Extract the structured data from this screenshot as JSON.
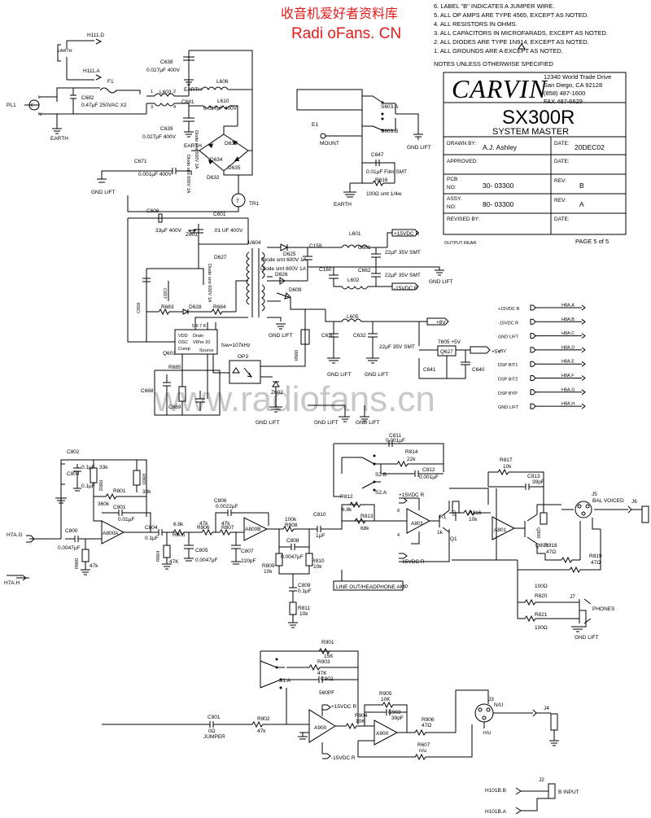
{
  "source_banner": {
    "cn": "收音机爱好者资料库",
    "en": "Radi oFans. CN"
  },
  "watermark": "www.radiofans.cn",
  "notes": {
    "heading": "NOTES UNLESS OTHERWISE SPECIFIED",
    "items": [
      "6.  LABEL \"B\" INDICATES A JUMPER WIRE.",
      "5.  ALL OP AMPS ARE TYPE 4565, EXCEPT AS NOTED.",
      "4.  ALL RESISTORS IN OHMS.",
      "3.  ALL CAPACITORS IN MICROFARADS, EXCEPT AS NOTED.",
      "2.  ALL DIODES ARE TYPE 1N914, EXCEPT AS NOTED.",
      "1.  ALL GROUNDS ARE   A   EXCEPT AS NOTED."
    ]
  },
  "title_block": {
    "logo": "CARVIN",
    "address": [
      "12340 World Trade Drive",
      "San Diego, CA  92128",
      "(858)  487-1600",
      "FAX 487-6629"
    ],
    "model": "SX300R",
    "subtitle": "SYSTEM MASTER",
    "drawn_by_label": "DRAWN BY:",
    "drawn_by": "A.J. Ashley",
    "date_label": "DATE:",
    "date": "20DEC02",
    "approved_label": "APPROVED:",
    "date2_label": "DATE:",
    "pcb_label": "PCB",
    "no_label": "NO:",
    "pcb_no": "30- 03300",
    "rev_label": "REV:",
    "rev": "B",
    "assy_label": "ASSY.",
    "no2_label": "NO:",
    "assy_no": "80- 03300",
    "rev2_label": "REV:",
    "rev2": "A",
    "revised_label": "REVISED BY:",
    "date3_label": "DATE:",
    "output_rear": "OUTPUT REAR",
    "page": "PAGE 5 of 5"
  },
  "power_section": {
    "labels": {
      "h111d": "H111.D",
      "h111a": "H111.A",
      "f1": "F1",
      "pl1": "PL1",
      "l": "L",
      "e": "E",
      "n": "N",
      "earth1": "EARTH",
      "earth2": "EARTH",
      "earth3": "EARTH",
      "c682": "C682",
      "c682v": "0.47µF 250VAC X2",
      "c638": "C638",
      "c638v": "0.027µF  400V",
      "c639": "C639",
      "c639v": "0.027µF  400V",
      "l603": "L603",
      "l606": "L606",
      "l610": "L610",
      "c681": "C681",
      "c681v": "0.027µF  400V",
      "p1": "1",
      "p2": "2",
      "p3": "3",
      "p4": "4",
      "c671": "C671",
      "c671v": "0.001µF  400V",
      "gndlift1": "GND LIFT",
      "diode_note1": "Diode smt 600V 1A",
      "d633": "D633",
      "d634": "D634",
      "d632": "D632",
      "d635": "D635",
      "tr1": "TR1",
      "t": "T",
      "e1": "E1",
      "mount": "MOUNT",
      "s603a": "S603.A",
      "s603b": "S603.B",
      "gndlift2": "GND LIFT",
      "c647": "C647",
      "c647v": "0.01µF Film SMT",
      "r616": "R616",
      "r616v": "100Ω smt 1/4w",
      "earth4": "EARTH"
    }
  },
  "smps_section": {
    "labels": {
      "c606": "C606",
      "c601": "C601",
      "c601v": ".01 UF 400V",
      "z601": "Z601",
      "c606v": "33µF  400V",
      "u604": "U604",
      "d625": "D625",
      "d625v": "Diode smt 600V 1A",
      "d626": "D626",
      "d626v": "Diode smt 600V 1A",
      "d627": "D627",
      "d627v": "Diode smt 600V 1A",
      "c159": "C159",
      "c160": "C160",
      "l601": "L601",
      "l602": "L602",
      "c661": "C661",
      "c661v": "22µF 35V SMT",
      "c662": "C662",
      "c662v": "22µF 35V SMT",
      "p15": "+15VDC R",
      "m15": "-15VDC R",
      "gndlift3": "GND LIFT",
      "d609": "D609",
      "c657": "C657",
      "c658": "C658",
      "r683": "R683",
      "r684": "R684",
      "d628": "D628",
      "vdd": "VDD",
      "osc": "OSC",
      "comp": "Comp",
      "drain": "Drain",
      "viper": "VIPer 20",
      "source": "Source",
      "q603": "Q603",
      "fsw": "fsw=107kHz",
      "gndlift4": "GND LIFT",
      "l605": "L605",
      "plus8": "+8V",
      "c630": "C630",
      "c632": "C632",
      "c632v": "22µF 35V SMT",
      "reg": "7805 +5V",
      "q627": "Q627",
      "c641": "C641",
      "c640": "C640",
      "plus5": "+5V",
      "r660": "R660",
      "op3": "OP3",
      "c668": "C668",
      "r685": "R685",
      "c669": "C669",
      "z602": "Z602",
      "gndlift5": "GND LIFT",
      "gndlift6": "GND LIFT",
      "gndlift7": "GND LIFT",
      "gndlift8": "GND LIFT"
    },
    "outputs": [
      {
        "net": "+15VDC R",
        "conn": "H8A.A"
      },
      {
        "net": "-15VDC R",
        "conn": "H8A.B"
      },
      {
        "net": "GND LIFT",
        "conn": "H8A.C"
      },
      {
        "net": "+5V",
        "conn": "H8A.D"
      },
      {
        "net": "DSP BIT1",
        "conn": "H8A.E"
      },
      {
        "net": "DSP BIT2",
        "conn": "H8A.F"
      },
      {
        "net": "DSP BYP",
        "conn": "H8A.G"
      },
      {
        "net": "GND LIFT",
        "conn": "H8A.H"
      }
    ]
  },
  "audio_section": {
    "labels": {
      "h7ag": "H7A.G",
      "h7ah": "H7A.H",
      "c802": "C802",
      "c802v": "0.1µF",
      "c803": "C803",
      "c803v": "0.1µF",
      "r802": "R802",
      "r802v": "33k",
      "r803": "R803",
      "r803v": "33k",
      "r801": "R801",
      "r801v": "360k",
      "c801": "C801",
      "c801v": "0.01µF",
      "c800": "C800",
      "c800v": "0.0047µF",
      "r800": "R800",
      "r800v": "47k",
      "a800a": "A800A",
      "c804": "C804",
      "c804v": "0.1µF",
      "r804": "R804",
      "r804v": "47K",
      "r805": "R805",
      "r805v": "6.8k",
      "c805": "C805",
      "c805v": "0.0047µF",
      "c806": "C806",
      "c806v": "0.0022µF",
      "r806": "R806",
      "r806v": "47k",
      "r807": "R807",
      "r807v": "47k",
      "c807": "C807",
      "c807v": "220pF",
      "a800b": "A800B",
      "r808": "R808",
      "r808v": "100k",
      "c808": "C808",
      "c808v": "0.0047µF",
      "r809": "R809",
      "r809v": "10k",
      "r810": "R810",
      "r810v": "10k",
      "c809": "C809",
      "c809v": "0.1µF",
      "r811": "R811",
      "r811v": "10k",
      "c810": "C810",
      "c810v": "1µF",
      "c811": "C811",
      "c811v": "0.001µF",
      "r814": "R814",
      "r814v": "22k",
      "c812": "C812",
      "c812v": "0.001µF",
      "s2b": "S2.B",
      "s2a": "S2.A",
      "r812": "R812",
      "r812v": "6.8k",
      "r813": "R813",
      "r813v": "68k",
      "p15": "+15VDC R",
      "m15": "-15VDC R",
      "a801": "A801",
      "r1": "R1",
      "q2": "Q2",
      "q1": "Q1",
      "r1v": "1k",
      "r816": "R816",
      "r816v": "10k",
      "r817": "R817",
      "r817v": "10k",
      "c813": "C813",
      "c813v": "39pF",
      "a801b": "A801",
      "q800": "Q800",
      "q801": "Q801",
      "r818": "R818",
      "r818v": "47Ω",
      "r819": "R819",
      "r819v": "47Ω",
      "j5": "J5",
      "bal": "BAL VOICED",
      "j6": "J6",
      "lineout": "LINE OUT/HEADPHONE AMP",
      "r820": "R820",
      "r820v": "100Ω",
      "r821": "R821",
      "r821v": "100Ω",
      "j7": "J7",
      "phones": "PHONES",
      "gndlift": "GND LIFT"
    }
  },
  "bottom_section": {
    "labels": {
      "r901": "R901",
      "r901v": "15K",
      "r903": "R903",
      "r903v": "47K",
      "c902": "C902",
      "c902v": "560PF",
      "s1a": "S1.A",
      "c901": "C901",
      "c901v": "0Ω",
      "jumper": "JUMPER",
      "r902": "R902",
      "r902v": "47k",
      "p15": "+15VDC R",
      "m15": "-15VDC R",
      "a900": "A900",
      "a900b": "A900",
      "r904": "R904",
      "r904v": "10K",
      "r905": "R905",
      "r905v": "10K",
      "c903": "C903",
      "c903v": "39pF",
      "r906": "R906",
      "r906v": "47Ω",
      "r607": "R607",
      "r607v": "n/u",
      "j3": "J3",
      "nu1": "N/U",
      "nu2": "n/u",
      "j4": "J4",
      "j2": "J2",
      "binput": "B  INPUT",
      "h101bb": "H101B.B",
      "h101ba": "H101B.A"
    }
  }
}
